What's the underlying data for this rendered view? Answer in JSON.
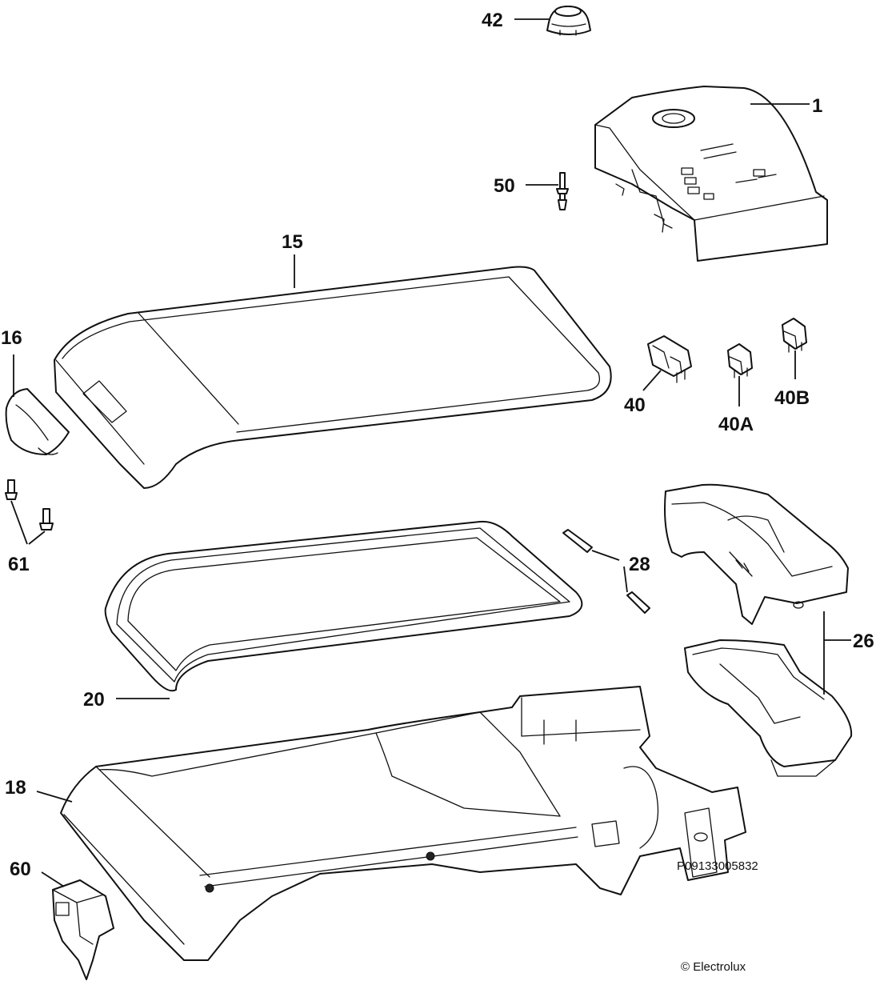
{
  "diagram": {
    "callouts": {
      "p42": "42",
      "p1": "1",
      "p50": "50",
      "p15": "15",
      "p16": "16",
      "p40": "40",
      "p40a": "40A",
      "p40b": "40B",
      "p61": "61",
      "p28": "28",
      "p26": "26",
      "p20": "20",
      "p18": "18",
      "p60": "60"
    },
    "footer": {
      "code": "P09133005832",
      "copyright": "© Electrolux"
    },
    "colors": {
      "line": "#111111",
      "background": "#ffffff"
    }
  }
}
